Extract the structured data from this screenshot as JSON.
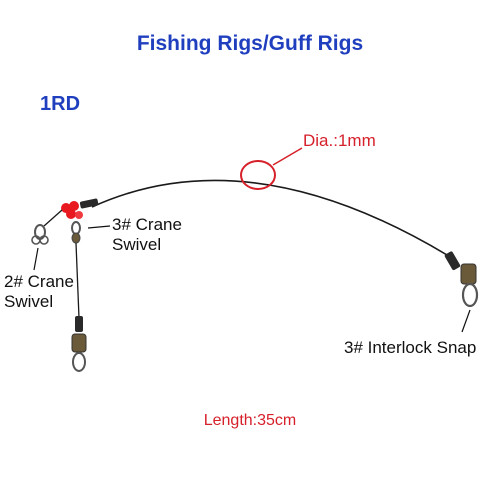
{
  "title": "Fishing Rigs/Guff Rigs",
  "model": "1RD",
  "diameter_label": "Dia.:1mm",
  "length_label": "Length:35cm",
  "labels": {
    "crane_swivel_3": {
      "line1": "3# Crane",
      "line2": "Swivel"
    },
    "crane_swivel_2": {
      "line1": "2# Crane",
      "line2": "Swivel"
    },
    "interlock_snap": "3# Interlock Snap"
  },
  "colors": {
    "title": "#1f3fbf",
    "annotation_red": "#d6202a",
    "bead": "#e8191f",
    "wire": "#1a1a1a",
    "label_text": "#111111"
  }
}
